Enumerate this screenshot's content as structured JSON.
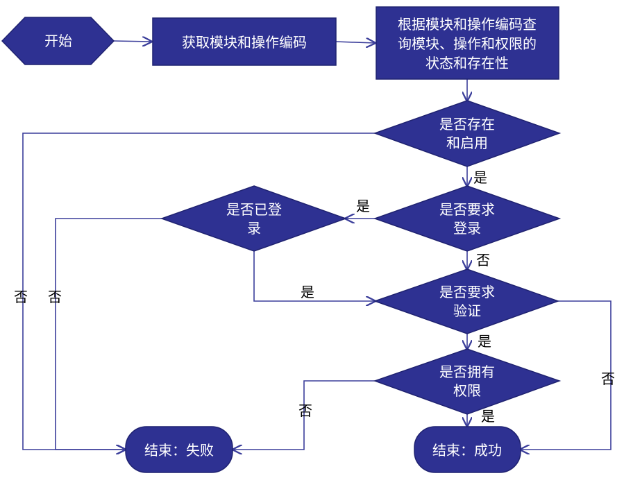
{
  "colors": {
    "node_fill": "#2e3192",
    "edge": "#3a3d9a",
    "node_text": "#ffffff",
    "edge_text": "#000000"
  },
  "nodes": {
    "start": "开始",
    "get_codes": "获取模块和操作编码",
    "query": [
      "根据模块和操作编码查",
      "询模块、操作和权限的",
      "状态和存在性"
    ],
    "exists_enabled": [
      "是否存在",
      "和启用"
    ],
    "require_login": [
      "是否要求",
      "登录"
    ],
    "is_logged_in": [
      "是否已登",
      "录"
    ],
    "require_verify": [
      "是否要求",
      "验证"
    ],
    "has_permission": [
      "是否拥有",
      "权限"
    ],
    "end_fail": "结束：失败",
    "end_success": "结束：成功"
  },
  "edges": {
    "exists_yes": "是",
    "exists_no": "否",
    "login_required_yes": "是",
    "login_required_no": "否",
    "logged_in_yes": "是",
    "logged_in_no": "否",
    "verify_yes": "是",
    "verify_no": "否",
    "perm_yes": "是",
    "perm_no": "否"
  }
}
